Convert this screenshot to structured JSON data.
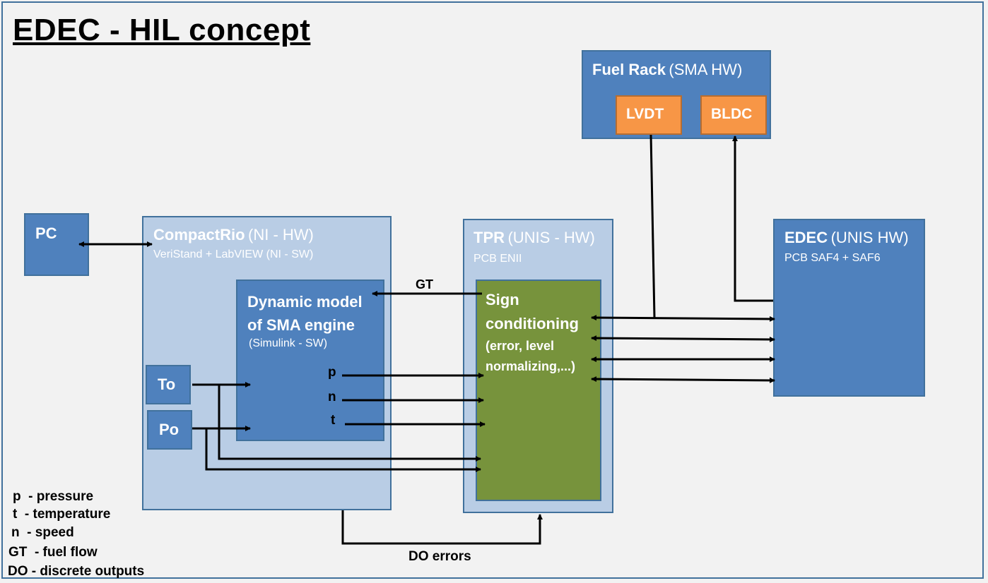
{
  "title": "EDEC - HIL concept",
  "pc": {
    "label": "PC"
  },
  "compactrio": {
    "name": "CompactRio",
    "hw": "(NI - HW)",
    "software": "VeriStand + LabVIEW (NI - SW)"
  },
  "dynamic_model": {
    "line1": "Dynamic model",
    "line2": "of SMA engine",
    "note": "(Simulink - SW)"
  },
  "inputs": {
    "to": "To",
    "po": "Po"
  },
  "model_outputs": {
    "p": "p",
    "n": "n",
    "t": "t"
  },
  "tpr": {
    "name": "TPR",
    "hw": "(UNIS - HW)",
    "pcb": "PCB ENII"
  },
  "sign_conditioning": {
    "line1": "Sign",
    "line2": "conditioning",
    "line3": "(error, level",
    "line4": "normalizing,...)"
  },
  "fuel_rack": {
    "name": "Fuel Rack",
    "hw": "(SMA HW)",
    "lvdt": "LVDT",
    "bldc": "BLDC"
  },
  "edec": {
    "name": "EDEC",
    "hw": "(UNIS HW)",
    "pcb": "PCB SAF4 + SAF6"
  },
  "signals": {
    "gt": "GT",
    "do_errors": "DO errors"
  },
  "legend": [
    {
      "key": "p",
      "desc": "  - pressure"
    },
    {
      "key": "t",
      "desc": "  - temperature"
    },
    {
      "key": "n",
      "desc": "  - speed"
    },
    {
      "key": "GT",
      "desc": "  - fuel flow"
    },
    {
      "key": "DO",
      "desc": " - discrete outputs"
    }
  ],
  "colors": {
    "dark_box": "#4f81bd",
    "light_box": "#b9cde5",
    "green_box": "#77933c",
    "orange_box": "#f79646",
    "border": "#41719c",
    "background": "#f2f2f2"
  }
}
